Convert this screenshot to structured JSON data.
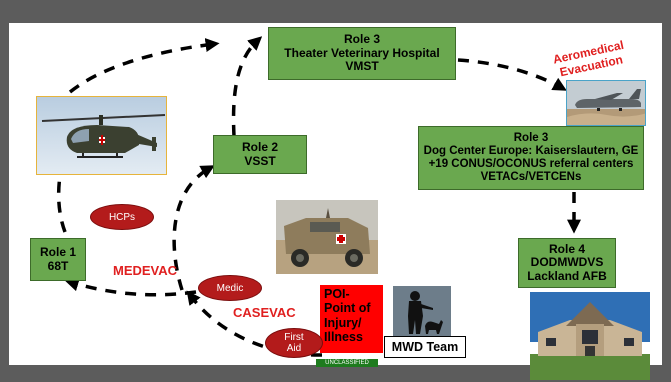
{
  "role3_theater": {
    "title": "Role 3",
    "line1": "Theater Veterinary Hospital",
    "line2": "VMST"
  },
  "aeromedical": {
    "line1": "Aeromedical",
    "line2": "Evacuation"
  },
  "role2": {
    "title": "Role 2",
    "line1": "VSST"
  },
  "role3_dog": {
    "title": "Role 3",
    "line1": "Dog Center Europe: Kaiserslautern, GE",
    "line2": "+19 CONUS/OCONUS referral centers",
    "line3": "VETACs/VETCENs"
  },
  "role1": {
    "title": "Role 1",
    "line1": "68T"
  },
  "role4": {
    "title": "Role 4",
    "line1": "DODMWDVS",
    "line2": "Lackland AFB"
  },
  "ovals": {
    "hcps": "HCPs",
    "medic": "Medic",
    "first_aid_1": "First",
    "first_aid_2": "Aid"
  },
  "labels": {
    "medevac": "MEDEVAC",
    "casevac": "CASEVAC"
  },
  "poi": {
    "line1": "POI-",
    "line2": "Point of",
    "line3": "Injury/",
    "line4": "Illness"
  },
  "mwd_team": "MWD Team",
  "classification": "UNCLASSIFIED",
  "icons": [
    "helicopter-photo",
    "humvee-photo",
    "cargo-plane-photo",
    "soldier-dog-silhouette",
    "hospital-building-photo"
  ],
  "colors": {
    "box_green": "#6aa84f",
    "oval_red": "#b31b1b",
    "label_red": "#e02020",
    "poi_red": "#ff0000",
    "classification_green": "#1e7b1e"
  }
}
